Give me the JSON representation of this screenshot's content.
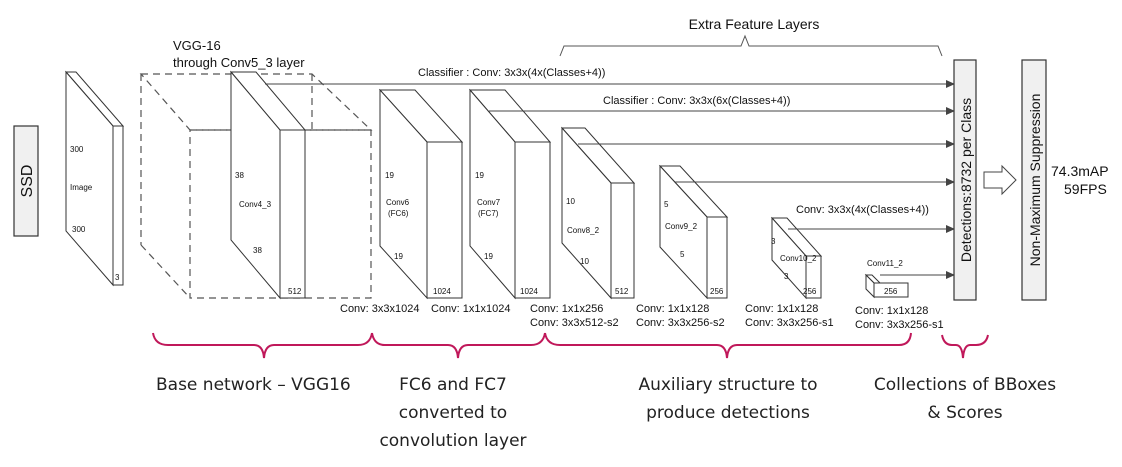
{
  "ssd": "SSD",
  "vgg_title": [
    "VGG-16",
    "through Conv5_3 layer"
  ],
  "extra_title": "Extra Feature Layers",
  "image_block": {
    "h": "300",
    "label": "Image",
    "w": "300",
    "c": "3"
  },
  "conv4_3": {
    "h": "38",
    "label": "Conv4_3",
    "w": "38",
    "c": "512"
  },
  "conv6": {
    "h": "19",
    "label1": "Conv6",
    "label2": "(FC6)",
    "w": "19",
    "c": "1024"
  },
  "conv7": {
    "h": "19",
    "label1": "Conv7",
    "label2": "(FC7)",
    "w": "19",
    "c": "1024"
  },
  "conv8_2": {
    "h": "10",
    "label": "Conv8_2",
    "w": "10",
    "c": "512"
  },
  "conv9_2": {
    "h": "5",
    "label": "Conv9_2",
    "w": "5",
    "c": "256"
  },
  "conv10_2": {
    "h": "3",
    "label": "Conv10_2",
    "w": "3",
    "c": "256"
  },
  "conv11_2": {
    "label": "Conv11_2",
    "c": "256"
  },
  "classifier1": "Classifier : Conv: 3x3x(4x(Classes+4))",
  "classifier2": "Classifier : Conv: 3x3x(6x(Classes+4))",
  "conv_label_small": "Conv: 3x3x(4x(Classes+4))",
  "conv_labels": {
    "fc6": "Conv: 3x3x1024",
    "fc7": "Conv: 1x1x1024",
    "c8a": "Conv: 1x1x256",
    "c8b": "Conv:  3x3x512-s2",
    "c9a": "Conv: 1x1x128",
    "c9b": "Conv: 3x3x256-s2",
    "c10a": "Conv: 1x1x128",
    "c10b": "Conv: 3x3x256-s1",
    "c11a": "Conv: 1x1x128",
    "c11b": "Conv: 3x3x256-s1"
  },
  "detections": "Detections:8732  per Class",
  "nms": "Non-Maximum Suppression",
  "result": [
    "74.3mAP",
    "59FPS"
  ],
  "annotations": {
    "base": "Base network – VGG16",
    "fc": [
      "FC6 and FC7",
      "converted to",
      "convolution layer"
    ],
    "aux": [
      "Auxiliary structure to",
      "produce detections"
    ],
    "coll": [
      "Collections of BBoxes",
      "& Scores"
    ]
  },
  "colors": {
    "brace": "#c0185a"
  }
}
